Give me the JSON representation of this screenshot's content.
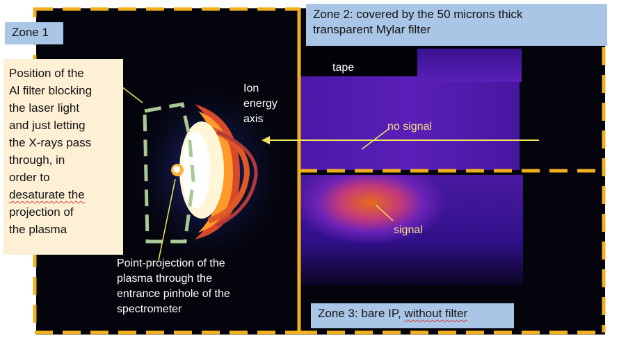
{
  "zones": {
    "zone1": "Zone 1",
    "zone2_line1": "Zone 2: covered by the 50 microns thick",
    "zone2_line2": "transparent Mylar filter",
    "zone3": "Zone 3: bare IP, without filter",
    "zone3_part1": "Zone 3: bare IP, ",
    "zone3_part2": "without filter"
  },
  "annotations": {
    "al_filter_lines": [
      "Position of the",
      "Al filter blocking",
      "the laser light",
      "and just letting",
      "the X-rays pass",
      "through, in",
      "order to",
      "desaturate the",
      "projection of",
      "the plasma"
    ],
    "ion_axis_lines": [
      "Ion",
      "energy",
      "axis"
    ],
    "tape": "tape",
    "no_signal": "no signal",
    "signal": "signal",
    "point_projection_lines": [
      "Point-projection of the",
      "plasma through the",
      "entrance pinhole of the",
      "spectrometer"
    ]
  },
  "colors": {
    "zone_border": "#f2b01e",
    "filter_outline": "#a8c996",
    "label_blue": "#a9c6e6",
    "label_cream": "#fdf0d5",
    "arrow": "#f1e75a"
  }
}
